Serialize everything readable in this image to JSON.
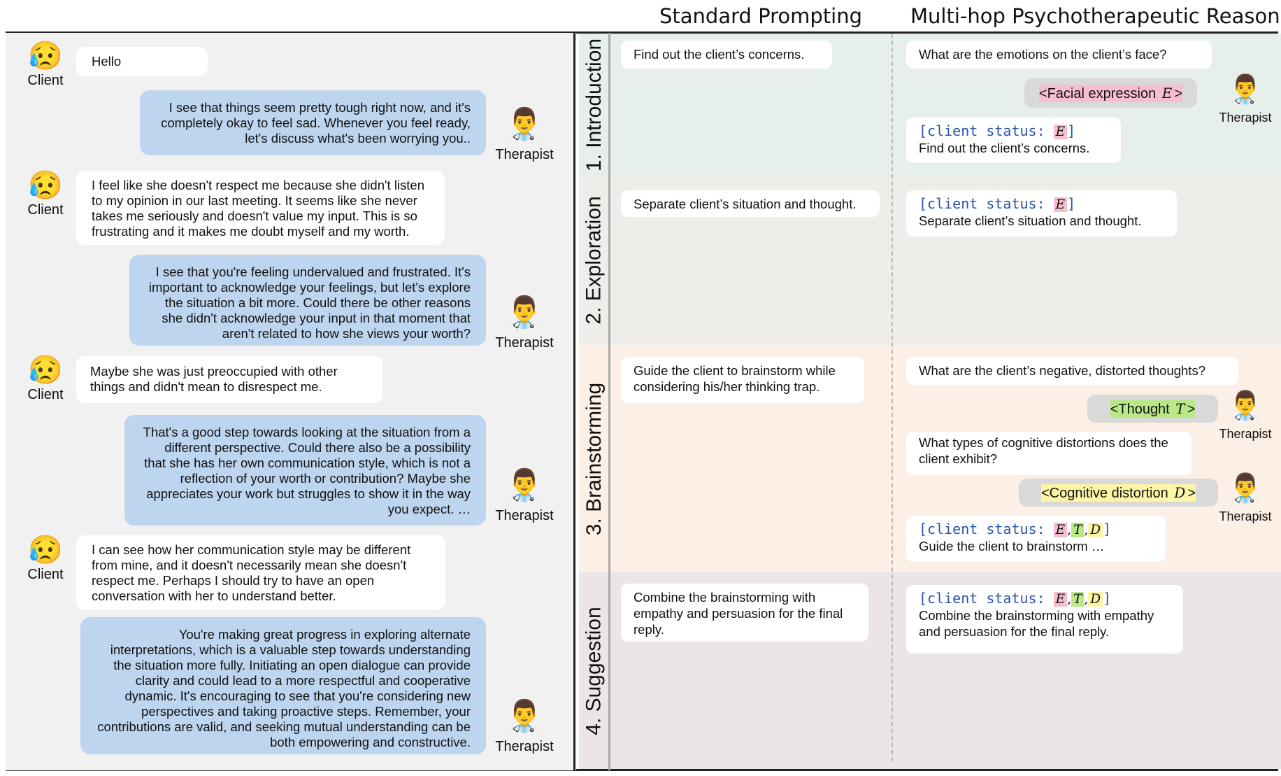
{
  "headers": {
    "standard": "Standard Prompting",
    "multihop": "Multi-hop Psychotherapeutic Reasoning"
  },
  "roles": {
    "client": "Client",
    "therapist": "Therapist"
  },
  "emoji": {
    "client": "😥",
    "therapist": "👨‍⚕️"
  },
  "chat": [
    {
      "role": "client",
      "text": "Hello"
    },
    {
      "role": "therapist",
      "text": "I see that things seem pretty tough right now, and it's completely okay to feel sad. Whenever you feel ready, let's discuss what's been worrying you.."
    },
    {
      "role": "client",
      "text": "I feel like she doesn't respect me because she didn't listen to my opinion in our last meeting. It seems like she never takes me seriously and doesn't value my input. This is so frustrating and it makes me doubt myself and my worth."
    },
    {
      "role": "therapist",
      "text": "I see that you're feeling undervalued and frustrated. It's important to acknowledge your feelings, but let's explore the situation a bit more. Could there be other reasons she didn't acknowledge your input in that moment that aren't related to how she views your worth?"
    },
    {
      "role": "client",
      "text": "Maybe she was just preoccupied with other things and didn't mean to disrespect me."
    },
    {
      "role": "therapist",
      "text": "That's a good step towards looking at the situation from a different perspective. Could there also be a possibility that she has her own communication style, which is not a reflection of your worth or contribution? Maybe she appreciates your work but struggles to show it in the way you expect. …"
    },
    {
      "role": "client",
      "text": "I can see how her communication style may be different from mine, and it doesn't necessarily mean she doesn't respect me. Perhaps I should try to have an open conversation with her to understand better."
    },
    {
      "role": "therapist",
      "text": "You're making great progress in exploring alternate interpretations, which is a valuable step towards understanding the situation more fully. Initiating an open dialogue can provide clarity and could lead to a more respectful and cooperative dynamic. It's encouraging to see that you're considering new perspectives and taking proactive steps. Remember, your contributions are valid, and seeking mutual understanding can be both empowering and constructive."
    }
  ],
  "stages": [
    {
      "label": "1. Introduction",
      "color": "#e6efea",
      "standard": "Find out the client’s concerns.",
      "q1": "What are the emotions on the client’s face?",
      "g1": "<Facial expression ",
      "g1_var": "E",
      "g1_end": ">",
      "status_prefix": "[client status: ",
      "status_suffix": "]",
      "status_text": "Find out the client’s concerns."
    },
    {
      "label": "2. Exploration",
      "color": "#eeedea",
      "standard": "Separate client’s situation and thought.",
      "status_text": "Separate client’s situation and thought."
    },
    {
      "label": "3. Brainstorming",
      "color": "#fcefe5",
      "standard": "Guide the client to brainstorm while considering his/her thinking trap.",
      "q1": "What are the client’s negative, distorted thoughts?",
      "g1": "<Thought ",
      "g1_var": "T",
      "g1_end": ">",
      "q2": "What types of cognitive distortions does the client exhibit?",
      "g2": "<Cognitive distortion ",
      "g2_var": "D",
      "g2_end": ">",
      "status_text": "Guide the client to brainstorm …"
    },
    {
      "label": "4. Suggestion",
      "color": "#ebe5e9",
      "standard": "Combine the brainstorming with empathy and persuasion for the final reply.",
      "status_text": "Combine the brainstorming with empathy and persuasion for the final reply."
    }
  ],
  "vars": {
    "E": "E",
    "T": "T",
    "D": "D",
    "comma": ","
  },
  "colors": {
    "client_bubble": "#ffffff",
    "therapist_bubble": "#bdd5ee",
    "status_mono": "#2a56a8",
    "E": "#f7bfce",
    "T": "#b8e986",
    "D": "#fdf5a6"
  }
}
